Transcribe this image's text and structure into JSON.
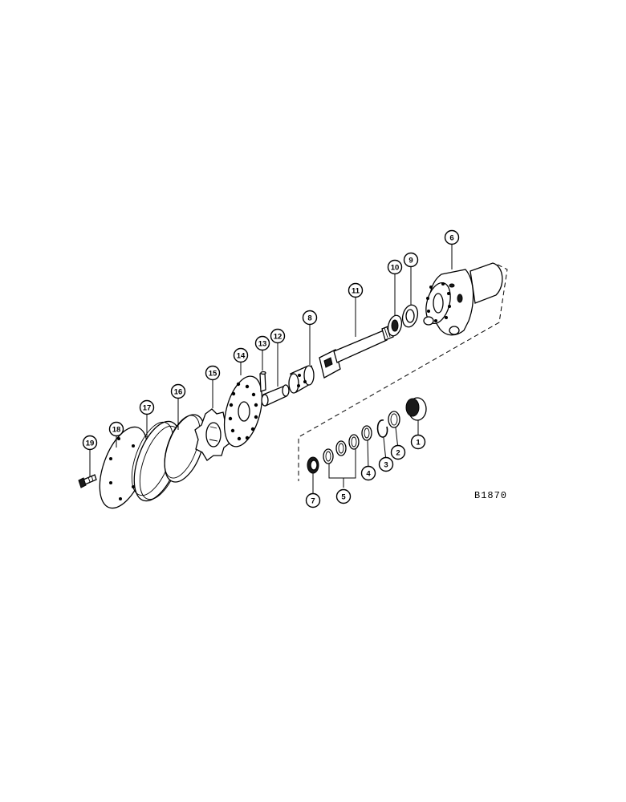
{
  "drawing_ref": "B1870",
  "callouts": [
    {
      "id": "1",
      "label": "1"
    },
    {
      "id": "2",
      "label": "2"
    },
    {
      "id": "3",
      "label": "3"
    },
    {
      "id": "4",
      "label": "4"
    },
    {
      "id": "5",
      "label": "5"
    },
    {
      "id": "6",
      "label": "6"
    },
    {
      "id": "7",
      "label": "7"
    },
    {
      "id": "8",
      "label": "8"
    },
    {
      "id": "9",
      "label": "9"
    },
    {
      "id": "10",
      "label": "10"
    },
    {
      "id": "11",
      "label": "11"
    },
    {
      "id": "12",
      "label": "12"
    },
    {
      "id": "13",
      "label": "13"
    },
    {
      "id": "14",
      "label": "14"
    },
    {
      "id": "15",
      "label": "15"
    },
    {
      "id": "16",
      "label": "16"
    },
    {
      "id": "17",
      "label": "17"
    },
    {
      "id": "18",
      "label": "18"
    },
    {
      "id": "19",
      "label": "19"
    }
  ]
}
